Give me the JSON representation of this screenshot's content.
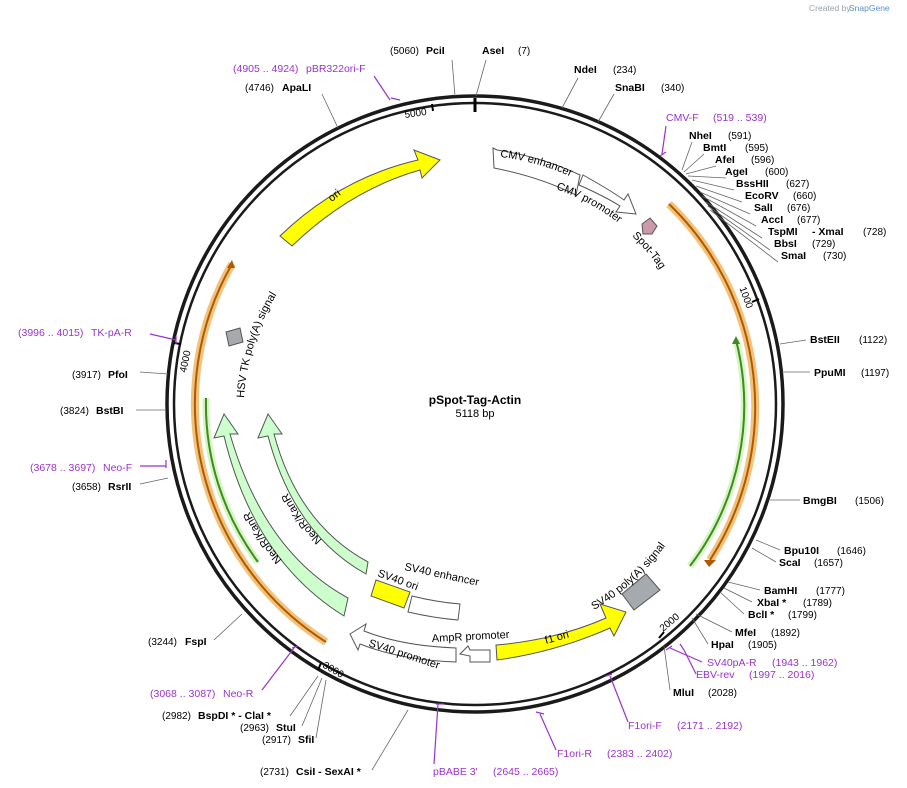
{
  "header": {
    "credit_text": "Created by",
    "credit_brand": "SnapGene"
  },
  "plasmid": {
    "name": "pSpot-Tag-Actin",
    "length": "5118 bp"
  },
  "ticks": [
    "1000",
    "2000",
    "3000",
    "4000",
    "5000"
  ],
  "features": {
    "cmv_enhancer": "CMV enhancer",
    "cmv_promoter": "CMV promoter",
    "spot_tag": "Spot-Tag",
    "sv40_polya": "SV40 poly(A) signal",
    "f1_ori": "f1 ori",
    "ampr_promoter": "AmpR promoter",
    "sv40_promoter": "SV40 promoter",
    "sv40_ori": "SV40 ori",
    "sv40_enhancer": "SV40 enhancer",
    "neor_inner": "NeoR/KanR",
    "neor_outer": "NeoR/KanR",
    "hsv_tk": "HSV TK poly(A) signal",
    "ori": "ori"
  },
  "enzymes": [
    {
      "name": "PciI",
      "pos": "(5060)"
    },
    {
      "name": "AseI",
      "pos": "(7)"
    },
    {
      "name": "NdeI",
      "pos": "(234)"
    },
    {
      "name": "SnaBI",
      "pos": "(340)"
    },
    {
      "name": "ApaLI",
      "pos": "(4746)"
    },
    {
      "name": "NheI",
      "pos": "(591)"
    },
    {
      "name": "BmtI",
      "pos": "(595)"
    },
    {
      "name": "AfeI",
      "pos": "(596)"
    },
    {
      "name": "AgeI",
      "pos": "(600)"
    },
    {
      "name": "BssHII",
      "pos": "(627)"
    },
    {
      "name": "EcoRV",
      "pos": "(660)"
    },
    {
      "name": "SalI",
      "pos": "(676)"
    },
    {
      "name": "AccI",
      "pos": "(677)"
    },
    {
      "name": "TspMI",
      "pos": ""
    },
    {
      "name": "- XmaI",
      "pos": "(728)"
    },
    {
      "name": "BbsI",
      "pos": "(729)"
    },
    {
      "name": "SmaI",
      "pos": "(730)"
    },
    {
      "name": "BstEII",
      "pos": "(1122)"
    },
    {
      "name": "PpuMI",
      "pos": "(1197)"
    },
    {
      "name": "BmgBI",
      "pos": "(1506)"
    },
    {
      "name": "Bpu10I",
      "pos": "(1646)"
    },
    {
      "name": "ScaI",
      "pos": "(1657)"
    },
    {
      "name": "BamHI",
      "pos": "(1777)"
    },
    {
      "name": "XbaI *",
      "pos": "(1789)"
    },
    {
      "name": "BclI *",
      "pos": "(1799)"
    },
    {
      "name": "MfeI",
      "pos": "(1892)"
    },
    {
      "name": "HpaI",
      "pos": "(1905)"
    },
    {
      "name": "MluI",
      "pos": "(2028)"
    },
    {
      "name": "PfoI",
      "pos": "(3917)"
    },
    {
      "name": "BstBI",
      "pos": "(3824)"
    },
    {
      "name": "RsrII",
      "pos": "(3658)"
    },
    {
      "name": "FspI",
      "pos": "(3244)"
    },
    {
      "name": "BspDI * - ClaI *",
      "pos": "(2982)"
    },
    {
      "name": "StuI",
      "pos": "(2963)"
    },
    {
      "name": "SfiI",
      "pos": "(2917)"
    },
    {
      "name": "CsiI - SexAI *",
      "pos": "(2731)"
    }
  ],
  "primers": [
    {
      "name": "pBR322ori-F",
      "range": "(4905 .. 4924)"
    },
    {
      "name": "CMV-F",
      "range": "(519 .. 539)"
    },
    {
      "name": "TK-pA-R",
      "range": "(3996 .. 4015)"
    },
    {
      "name": "Neo-F",
      "range": "(3678 .. 3697)"
    },
    {
      "name": "SV40pA-R",
      "range": "(1943 .. 1962)"
    },
    {
      "name": "EBV-rev",
      "range": "(1997 .. 2016)"
    },
    {
      "name": "F1ori-F",
      "range": "(2171 .. 2192)"
    },
    {
      "name": "F1ori-R",
      "range": "(2383 .. 2402)"
    },
    {
      "name": "pBABE 3'",
      "range": "(2645 .. 2665)"
    },
    {
      "name": "Neo-R",
      "range": "(3068 .. 3087)"
    }
  ],
  "colors": {
    "backbone": "#1a1a1a",
    "promoter_fill": "#ffffff",
    "origin_fill": "#ffff00",
    "marker_fill": "#ccffcc",
    "orf_outline": "#e8a440",
    "orf_inner": "#3c8c1e",
    "polya_fill": "#a6a9ad",
    "tag_fill": "#cc99aa",
    "primer": "#9933cc"
  }
}
